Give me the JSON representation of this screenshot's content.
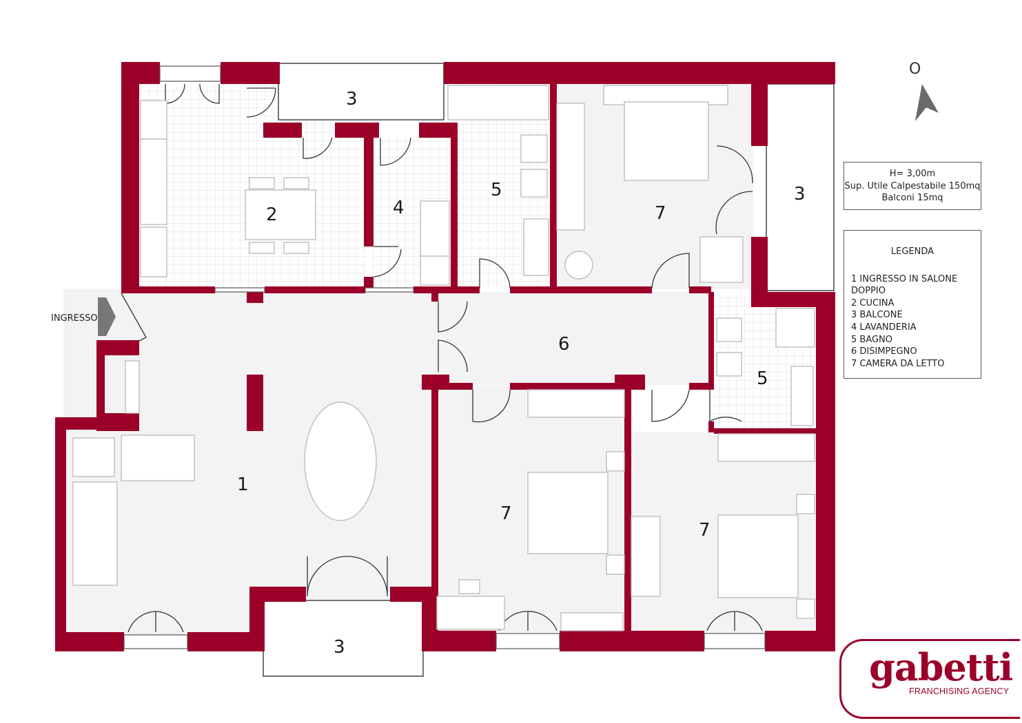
{
  "colors": {
    "wall": "#9b0029",
    "floor": "#f2f2f2",
    "tile": "#d9d9d9",
    "furniture": "#bdbdbd"
  },
  "rooms": [
    {
      "id": "r1",
      "label": "1"
    },
    {
      "id": "r2",
      "label": "2"
    },
    {
      "id": "r3a",
      "label": "3"
    },
    {
      "id": "r3b",
      "label": "3"
    },
    {
      "id": "r3c",
      "label": "3"
    },
    {
      "id": "r4",
      "label": "4"
    },
    {
      "id": "r5a",
      "label": "5"
    },
    {
      "id": "r5b",
      "label": "5"
    },
    {
      "id": "r6",
      "label": "6"
    },
    {
      "id": "r7a",
      "label": "7"
    },
    {
      "id": "r7b",
      "label": "7"
    },
    {
      "id": "r7c",
      "label": "7"
    }
  ],
  "entrance_label": "INGRESSO",
  "compass": {
    "letter": "O",
    "icon": "north-arrow-icon"
  },
  "info": [
    "H= 3,00m",
    "Sup. Utile Calpestabile 150mq",
    "Balconi 15mq"
  ],
  "legend": {
    "title": "LEGENDA",
    "items": [
      "1 INGRESSO IN SALONE DOPPIO",
      "2 CUCINA",
      "3 BALCONE",
      "4 LAVANDERIA",
      "5 BAGNO",
      "6 DISIMPEGNO",
      "7 CAMERA DA LETTO"
    ]
  },
  "logo": {
    "word": "gabetti",
    "subtitle": "FRANCHISING AGENCY"
  }
}
